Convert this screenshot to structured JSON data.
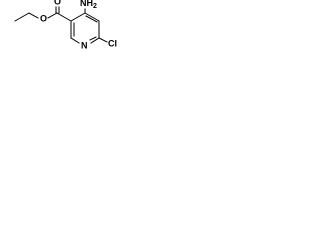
{
  "molecule": {
    "atoms": {
      "amine": "NH2",
      "amine_main": "NH",
      "amine_sub": "2",
      "ring_nitrogen": "N",
      "chlorine": "Cl",
      "carbonyl_oxygen": "O",
      "ester_oxygen": "O"
    },
    "colors": {
      "bond": "#000000",
      "label": "#000000",
      "background": "#ffffff"
    }
  }
}
